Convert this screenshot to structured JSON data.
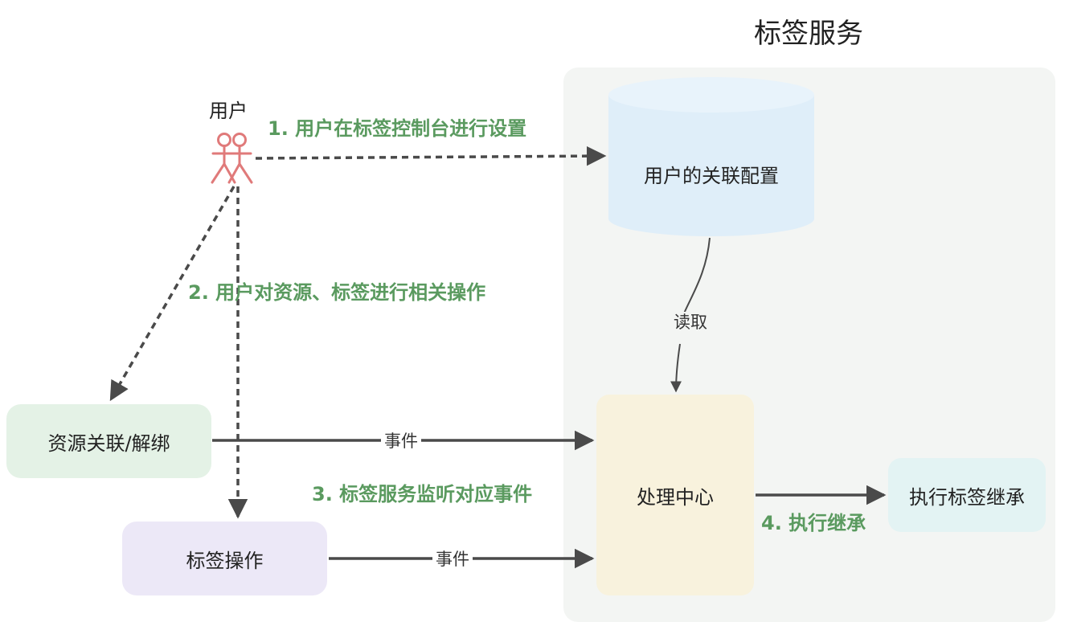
{
  "service": {
    "title": "标签服务"
  },
  "nodes": {
    "user": "用户",
    "user_config": "用户的关联配置",
    "resource_bind": "资源关联/解绑",
    "tag_operation": "标签操作",
    "processing_center": "处理中心",
    "execute_inheritance": "执行标签继承"
  },
  "steps": {
    "step1": "1. 用户在标签控制台进行设置",
    "step2": "2. 用户对资源、标签进行相关操作",
    "step3": "3. 标签服务监听对应事件",
    "step4": "4. 执行继承"
  },
  "edges": {
    "read": "读取",
    "event_resource": "事件",
    "event_tag": "事件"
  },
  "colors": {
    "step_text": "#5a9a5f",
    "actor": "#e07a7a",
    "service_bg": "#f3f5f3",
    "db_fill": "#dfeef9",
    "resource_fill": "#e4f2e6",
    "tagop_fill": "#ece8f7",
    "center_fill": "#f8f2dd",
    "inherit_fill": "#e3f3f3"
  }
}
